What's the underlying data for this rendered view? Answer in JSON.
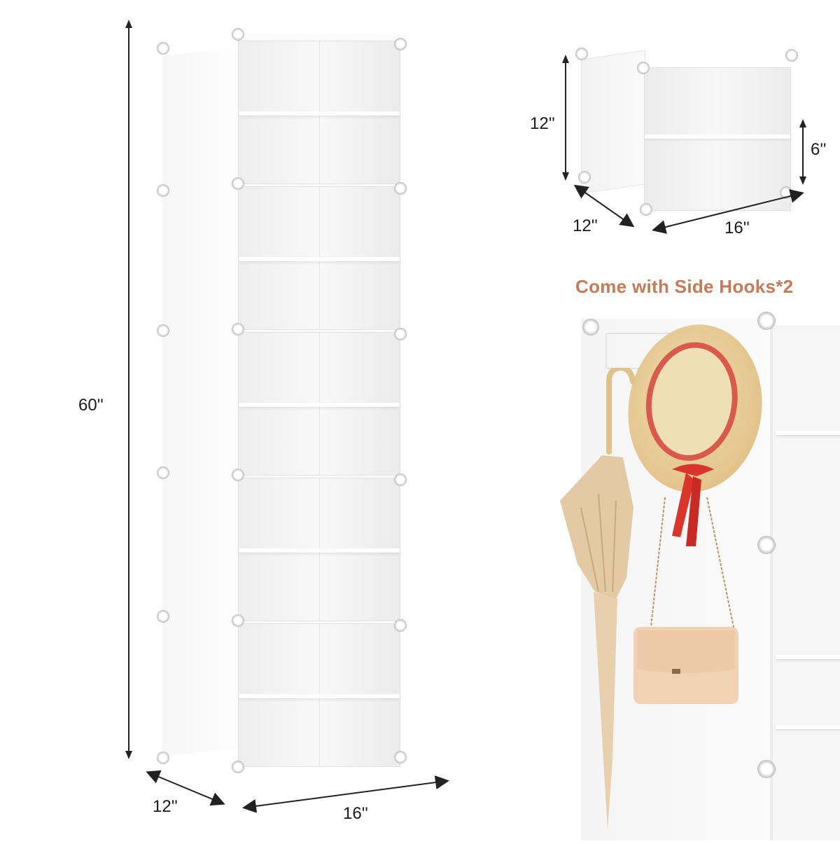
{
  "product": {
    "description": "10-tier white plastic cube shoe rack tower with side hooks"
  },
  "main_dimensions": {
    "height": "60''",
    "depth": "12''",
    "width": "16''"
  },
  "cube_dimensions": {
    "height": "12''",
    "depth": "12''",
    "width": "16''",
    "shelf_gap": "6''"
  },
  "accessories": {
    "caption": "Come with Side Hooks*2",
    "items": [
      "straw hat with red ribbon",
      "beige umbrella",
      "beige crossbody bag"
    ]
  },
  "colors": {
    "caption": "#c67a56",
    "shelf_white": "#f7f7f7",
    "straw": "#e8cf9a",
    "ribbon": "#d9352a",
    "umbrella": "#e2c7a3",
    "bag": "#f1d3b4"
  }
}
